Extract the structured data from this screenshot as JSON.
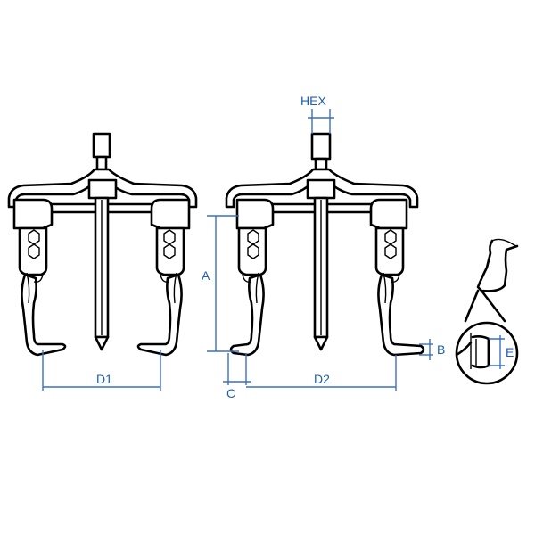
{
  "labels": {
    "hex": "HEX",
    "a": "A",
    "b": "B",
    "c": "C",
    "d1": "D1",
    "d2": "D2",
    "e": "E"
  },
  "colors": {
    "line": "#000000",
    "dimension": "#3a6fc4",
    "dimension_text": "#1f5fb0",
    "background": "#ffffff"
  }
}
